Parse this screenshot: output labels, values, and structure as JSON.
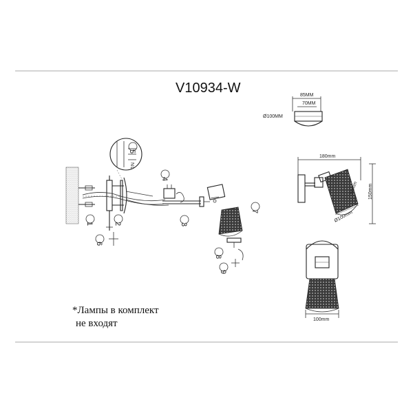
{
  "title": "V10934-W",
  "top_view": {
    "dim_outer": "85MM",
    "dim_inner": "70MM",
    "dim_diameter": "Ø100MM"
  },
  "side_view": {
    "dim_width": "180mm",
    "dim_height": "150mm",
    "dim_shade_height": "90mm",
    "dim_shade_diameter": "Ø100mm"
  },
  "front_view": {
    "dim_width": "100mm"
  },
  "parts": {
    "p1": "1",
    "p2": "2",
    "p3": "3",
    "p4": "4",
    "p5": "5",
    "p6": "6",
    "p7": "7",
    "p8": "8",
    "p9": "9"
  },
  "wire_labels": {
    "n": "N",
    "l": "L"
  },
  "note": {
    "line1": "*Лампы в комплект",
    "line2": "не входят"
  }
}
